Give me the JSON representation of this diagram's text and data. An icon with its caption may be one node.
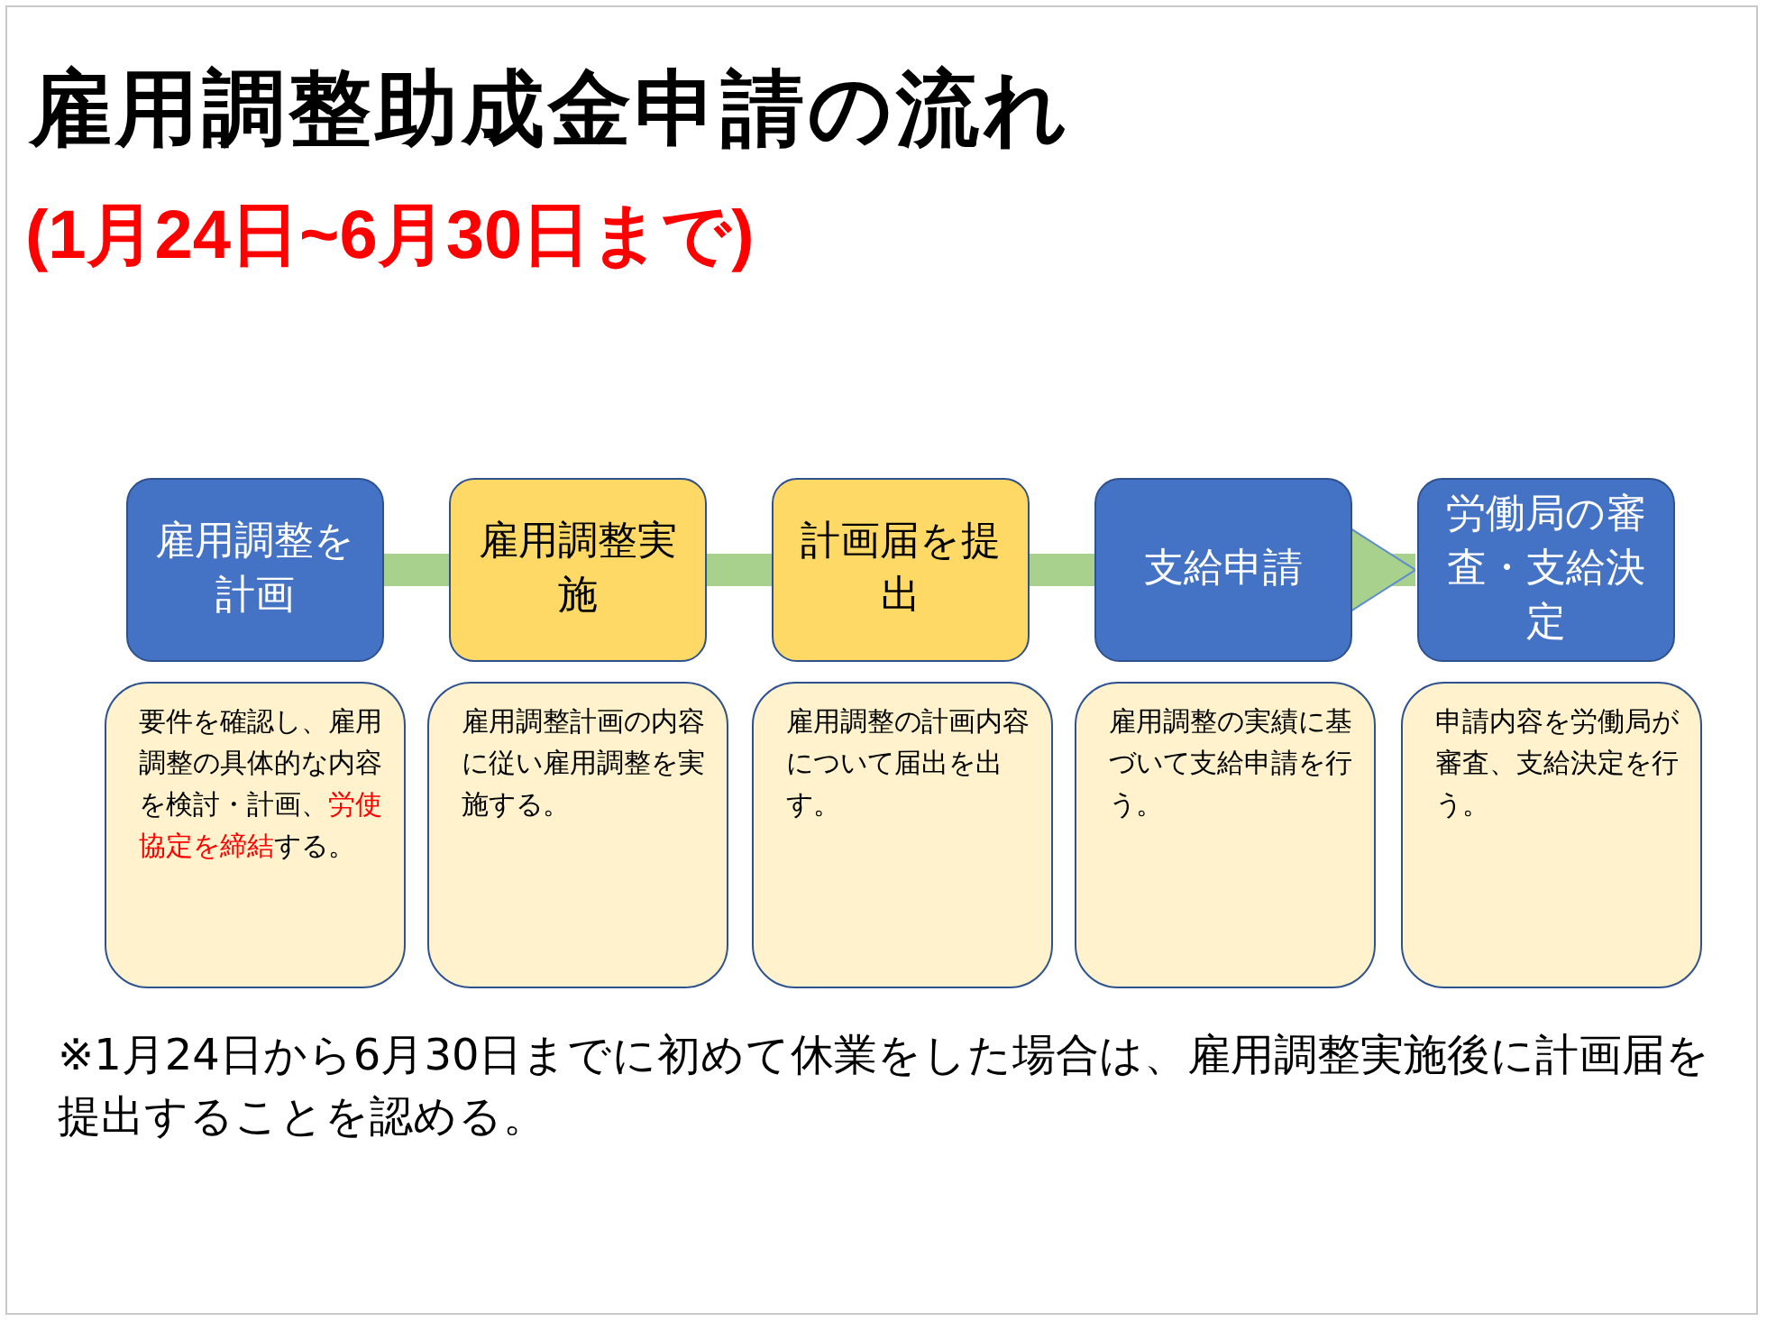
{
  "diagram": {
    "title": "雇用調整助成金申請の流れ",
    "nodes": [
      {
        "text": [
          "雇用調整を計画"
        ]
      },
      {
        "text": [
          "雇用調整実施"
        ]
      },
      {
        "text": [
          "計画届を提出"
        ]
      },
      {
        "text": [
          "支給申請"
        ]
      },
      {
        "text": [
          "労働局の審査・支給決定"
        ]
      },
      {
        "text": [
          "要件を確認し、雇用調整の具体的な内容を検討・計画、",
          "労使協定を締結",
          "する。"
        ]
      },
      {
        "text": [
          "雇用調整計画の内容に従い雇用調整を実施する。"
        ]
      },
      {
        "text": [
          "雇用調整の計画内容について届出を出す。"
        ]
      },
      {
        "text": [
          "雇用調整の実績に基づいて支給申請を行う。"
        ]
      },
      {
        "text": [
          "申請内容を労働局が審査、支給決定を行う。"
        ]
      }
    ],
    "edges": [
      {
        "from": 0,
        "to": 1,
        "arrow": "none"
      },
      {
        "from": 1,
        "to": 2,
        "arrow": "none"
      },
      {
        "from": 2,
        "to": 3,
        "arrow": "none"
      },
      {
        "from": 3,
        "to": 4,
        "arrow": "to"
      }
    ],
    "labels": [
      "(1月24日~6月30日まで)",
      "※1月24日から6月30日までに初めて休業をした場合は、雇用調整実施後に計画届を提出することを認める。"
    ]
  }
}
